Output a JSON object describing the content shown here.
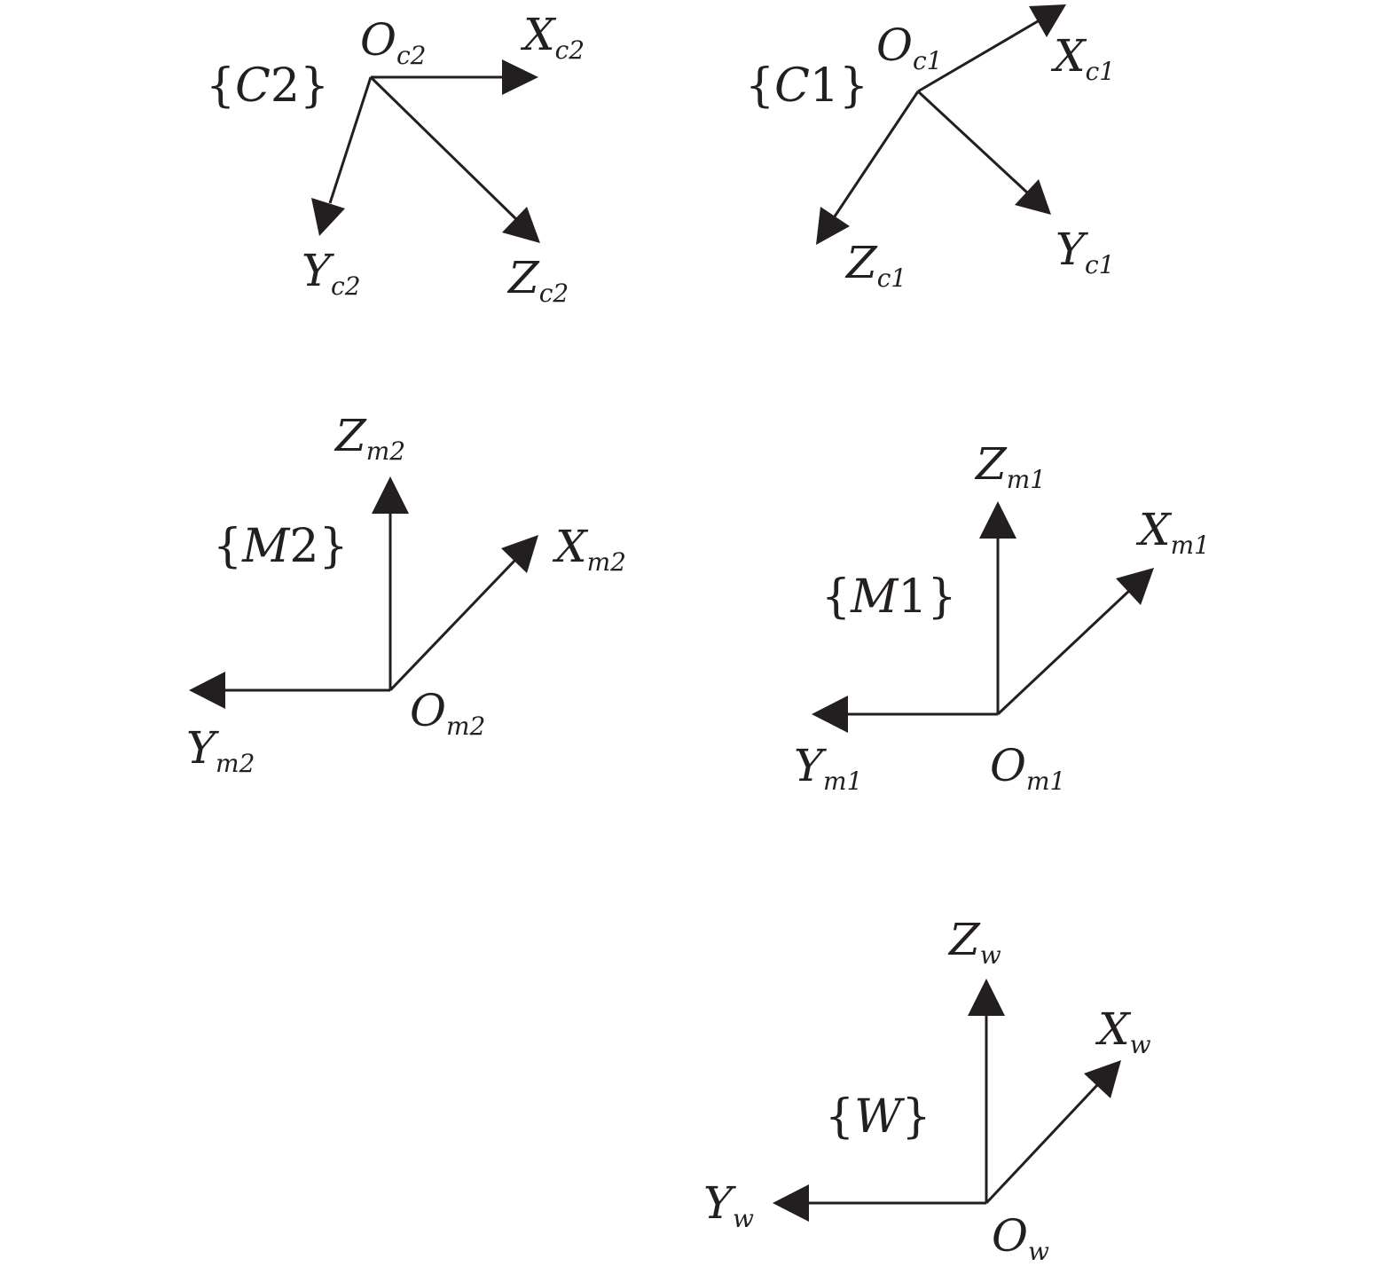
{
  "frames": [
    {
      "id": "C2",
      "name": {
        "letter": "C",
        "digit": "2"
      },
      "origin": {
        "main": "O",
        "sub": "c2"
      },
      "axes": [
        {
          "id": "x",
          "main": "X",
          "sub": "c2"
        },
        {
          "id": "y",
          "main": "Y",
          "sub": "c2"
        },
        {
          "id": "z",
          "main": "Z",
          "sub": "c2"
        }
      ]
    },
    {
      "id": "C1",
      "name": {
        "letter": "C",
        "digit": "1"
      },
      "origin": {
        "main": "O",
        "sub": "c1"
      },
      "axes": [
        {
          "id": "x",
          "main": "X",
          "sub": "c1"
        },
        {
          "id": "y",
          "main": "Y",
          "sub": "c1"
        },
        {
          "id": "z",
          "main": "Z",
          "sub": "c1"
        }
      ]
    },
    {
      "id": "M2",
      "name": {
        "letter": "M",
        "digit": "2"
      },
      "origin": {
        "main": "O",
        "sub": "m2"
      },
      "axes": [
        {
          "id": "x",
          "main": "X",
          "sub": "m2"
        },
        {
          "id": "y",
          "main": "Y",
          "sub": "m2"
        },
        {
          "id": "z",
          "main": "Z",
          "sub": "m2"
        }
      ]
    },
    {
      "id": "M1",
      "name": {
        "letter": "M",
        "digit": "1"
      },
      "origin": {
        "main": "O",
        "sub": "m1"
      },
      "axes": [
        {
          "id": "x",
          "main": "X",
          "sub": "m1"
        },
        {
          "id": "y",
          "main": "Y",
          "sub": "m1"
        },
        {
          "id": "z",
          "main": "Z",
          "sub": "m1"
        }
      ]
    },
    {
      "id": "W",
      "name": {
        "letter": "W",
        "digit": ""
      },
      "origin": {
        "main": "O",
        "sub": "w"
      },
      "axes": [
        {
          "id": "x",
          "main": "X",
          "sub": "w"
        },
        {
          "id": "y",
          "main": "Y",
          "sub": "w"
        },
        {
          "id": "z",
          "main": "Z",
          "sub": "w"
        }
      ]
    }
  ],
  "colors": {
    "ink": "#231f20",
    "background": "#ffffff"
  }
}
